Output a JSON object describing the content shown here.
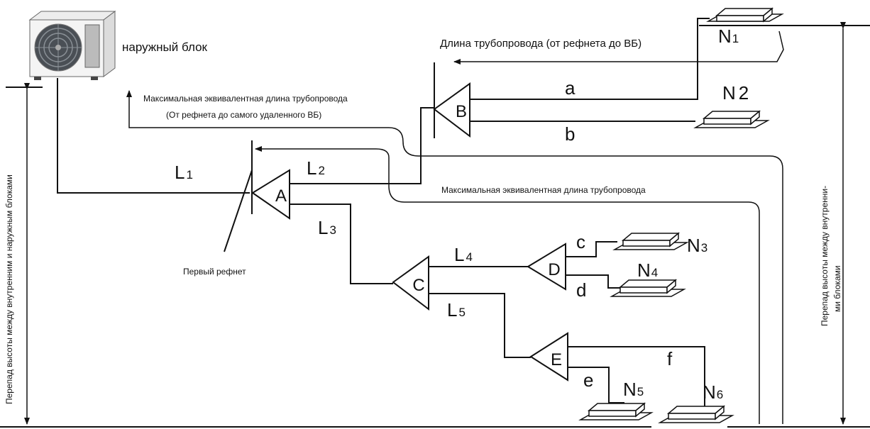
{
  "labels": {
    "outdoor_unit": "наружный блок",
    "pipe_length": "Длина трубопровода (от рефнета до ВБ)",
    "max_equiv_1": "Максимальная эквивалентная длина трубопровода",
    "max_equiv_2": "(От рефнета до самого удаленного ВБ)",
    "max_equiv_3": "Максимальная эквивалентная длина трубопровода",
    "first_refnet": "Первый рефнет",
    "height_outdoor_indoor": "Перепад высоты между внутренним и наружным блоками",
    "height_indoor_1": "Перепад высоты между внутренни-",
    "height_indoor_2": "ми блоками"
  },
  "refnets": {
    "a": "A",
    "b": "B",
    "c": "C",
    "d": "D",
    "e": "E"
  },
  "segments": {
    "l1": {
      "main": "L",
      "sub": "1"
    },
    "l2": {
      "main": "L",
      "sub": "2"
    },
    "l3": {
      "main": "L",
      "sub": "3"
    },
    "l4": {
      "main": "L",
      "sub": "4"
    },
    "l5": {
      "main": "L",
      "sub": "5"
    },
    "a": "a",
    "b": "b",
    "c": "c",
    "d": "d",
    "e": "e",
    "f": "f"
  },
  "units": {
    "n1": {
      "main": "N",
      "sub": "1"
    },
    "n2": {
      "main": "N",
      "sub": "2"
    },
    "n3": {
      "main": "N",
      "sub": "3"
    },
    "n4": {
      "main": "N",
      "sub": "4"
    },
    "n5": {
      "main": "N",
      "sub": "5"
    },
    "n6": {
      "main": "N",
      "sub": "6"
    }
  }
}
